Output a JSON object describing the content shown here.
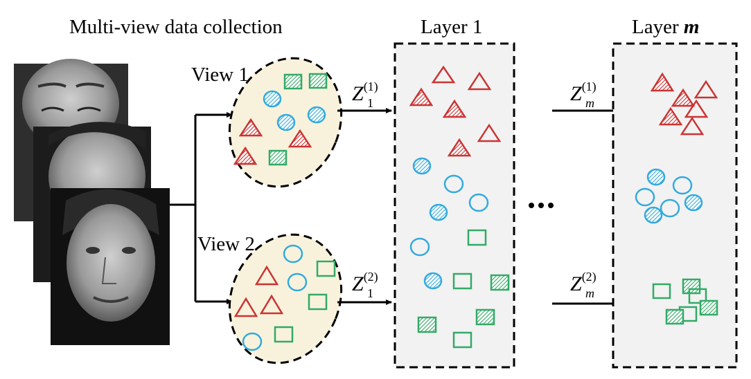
{
  "title": "Multi-view data collection",
  "views": [
    {
      "label": "View 1",
      "mapping": {
        "base": "Z",
        "sub": "1",
        "sup": "(1)"
      }
    },
    {
      "label": "View 2",
      "mapping": {
        "base": "Z",
        "sub": "1",
        "sup": "(2)"
      }
    }
  ],
  "layers": [
    {
      "label_prefix": "Layer",
      "label_index": "1"
    },
    {
      "label_prefix": "Layer",
      "label_index": "m"
    }
  ],
  "ellipsis": "...",
  "layer_m_mappings": [
    {
      "base": "Z",
      "sub": "m",
      "sup": "(1)"
    },
    {
      "base": "Z",
      "sub": "m",
      "sup": "(2)"
    }
  ],
  "colors": {
    "triangle": "#cc3333",
    "circle": "#33aadd",
    "square": "#33aa66",
    "ellipse_fill": "#f8f2dc",
    "layer_fill": "#f2f2f2"
  },
  "icons": [
    "face-photo-icon",
    "triangle-marker-icon",
    "circle-marker-icon",
    "square-marker-icon"
  ]
}
